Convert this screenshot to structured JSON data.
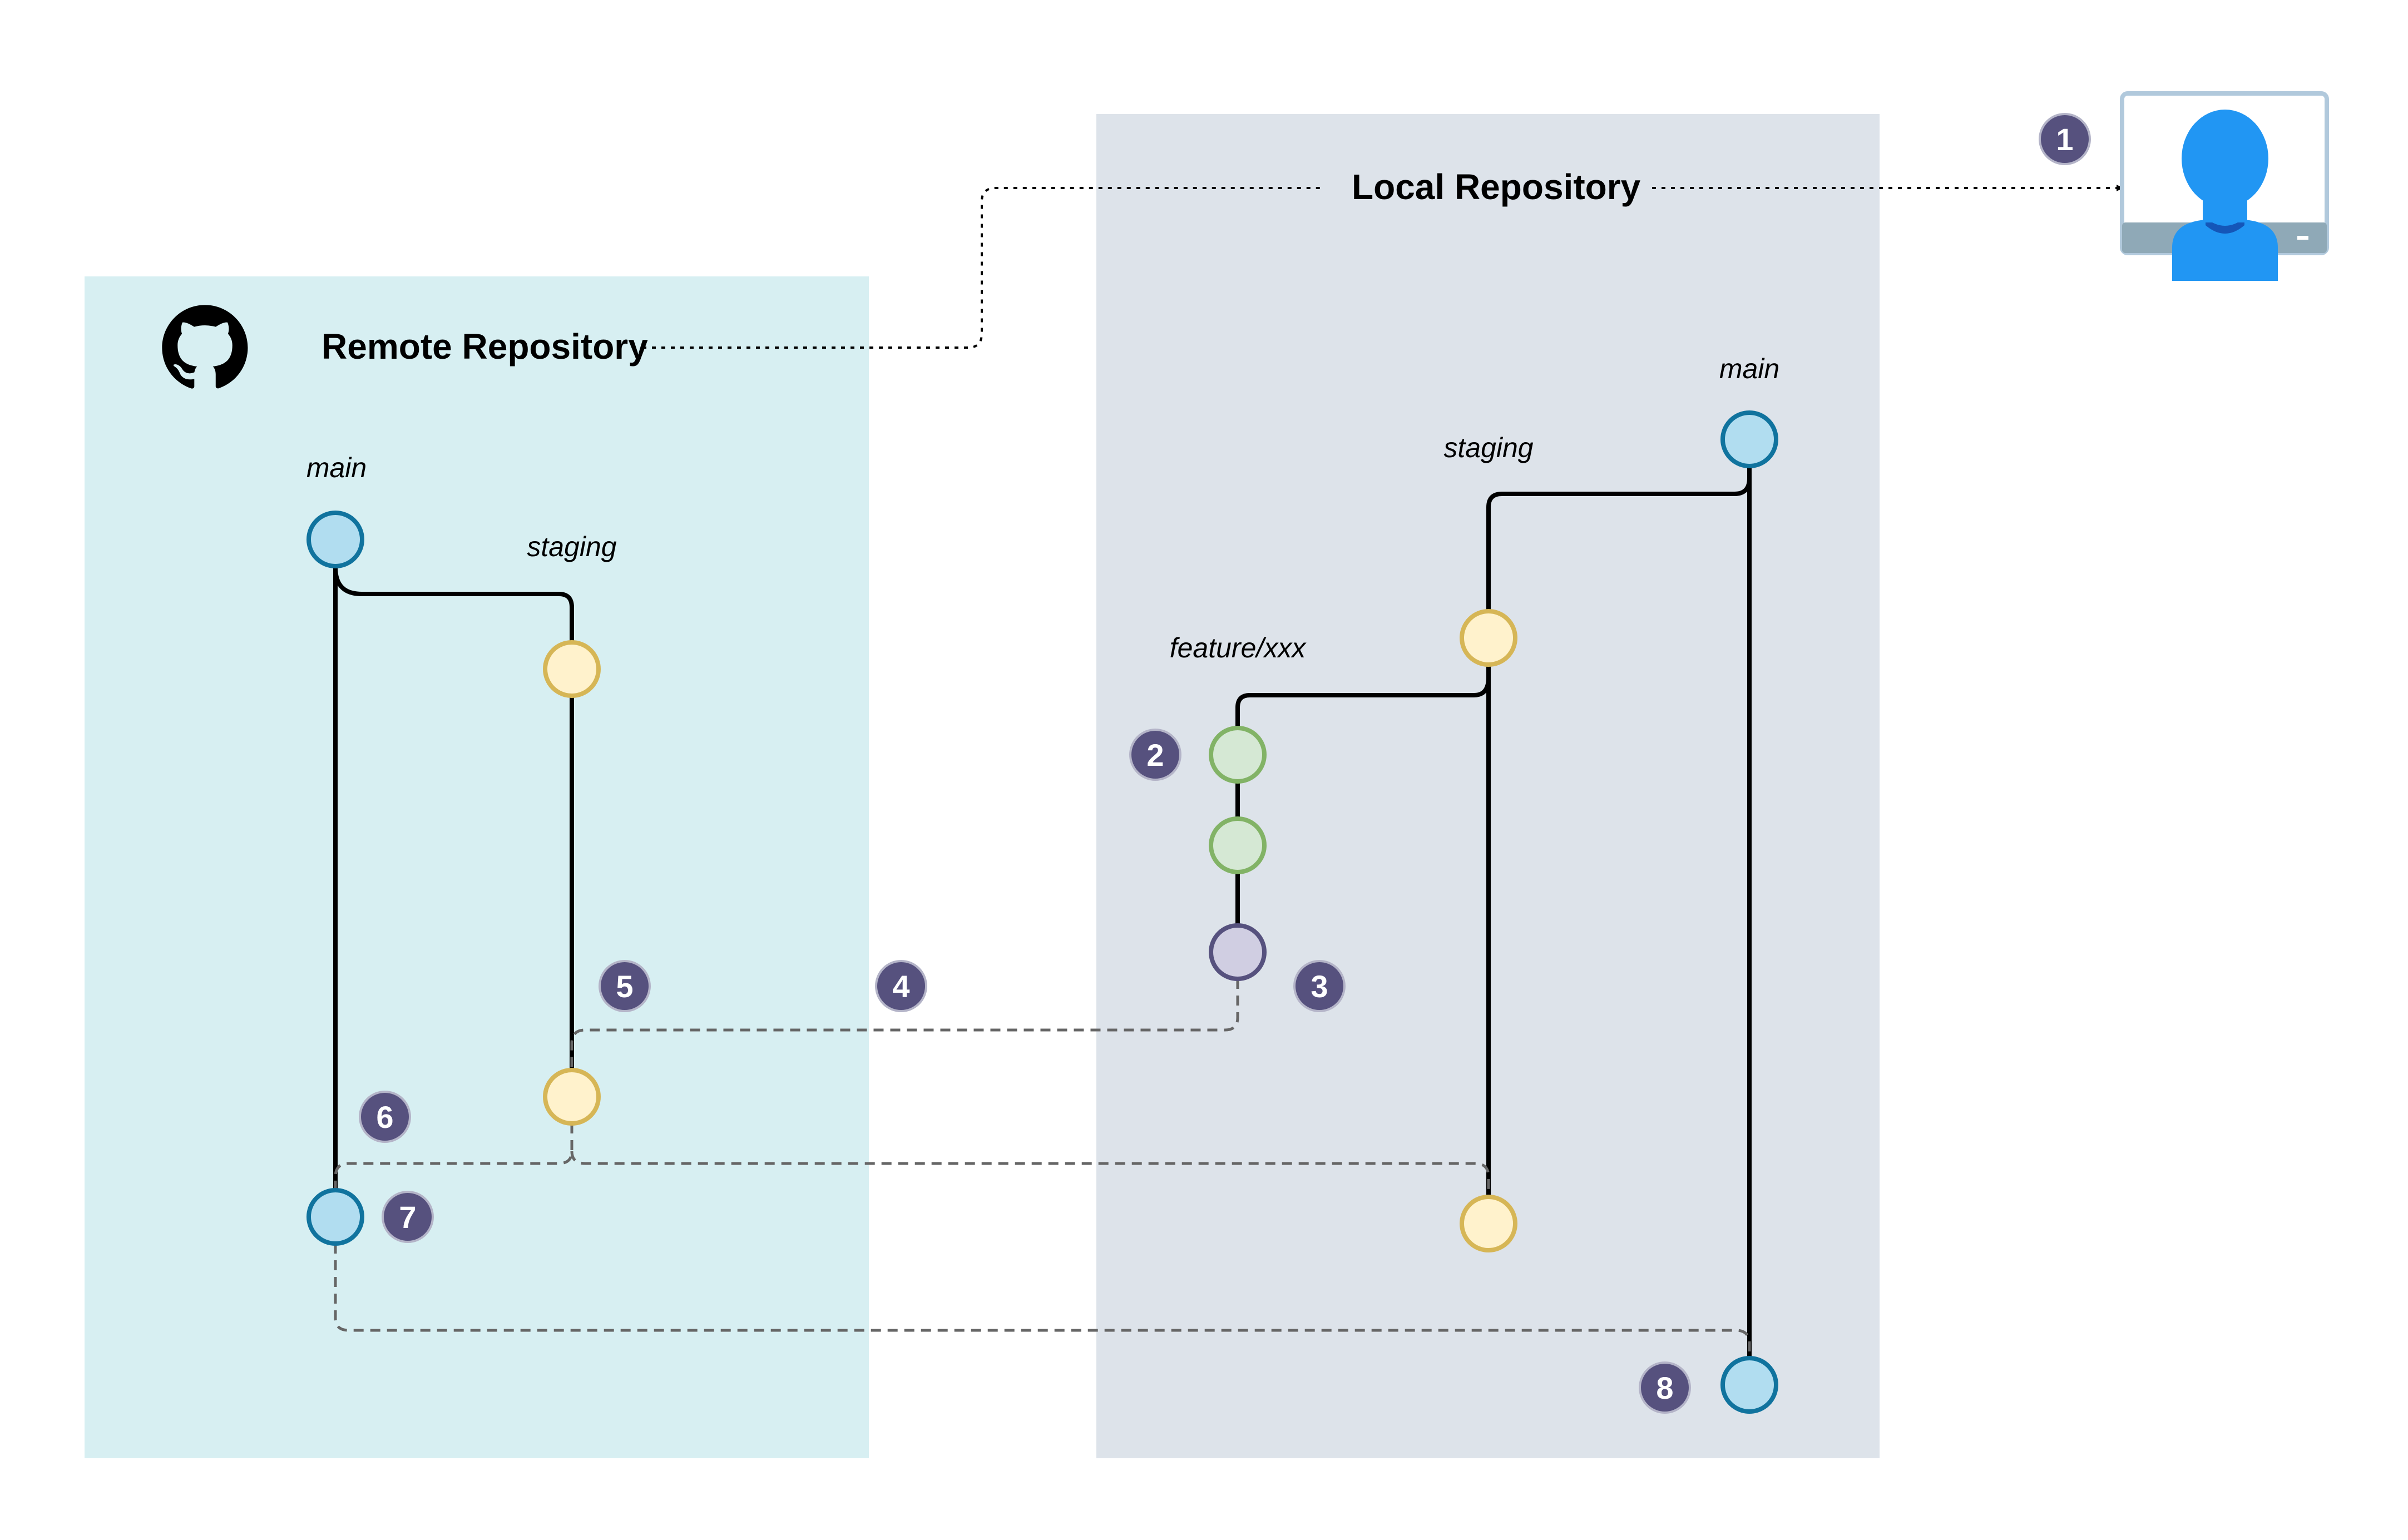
{
  "remote": {
    "title": "Remote Repository",
    "icon": "github-icon",
    "branches": {
      "main": "main",
      "staging": "staging"
    }
  },
  "local": {
    "title": "Local Repository",
    "branches": {
      "main": "main",
      "staging": "staging",
      "feature": "feature/xxx"
    }
  },
  "steps": [
    "1",
    "2",
    "3",
    "4",
    "5",
    "6",
    "7",
    "8"
  ],
  "user_icon": "user-monitor-icon",
  "colors": {
    "remote_panel": "#d7eff2",
    "local_panel": "#dde3ea",
    "main_commit_fill": "#b1ddf0",
    "main_commit_stroke": "#10739e",
    "staging_commit_fill": "#fff2cc",
    "staging_commit_stroke": "#d6b656",
    "feature_commit_fill": "#d5e8d4",
    "feature_commit_stroke": "#82b366",
    "merge_commit_fill": "#d0cee2",
    "merge_commit_stroke": "#56517e",
    "badge": "#56517e",
    "user_blue": "#2196f3"
  }
}
